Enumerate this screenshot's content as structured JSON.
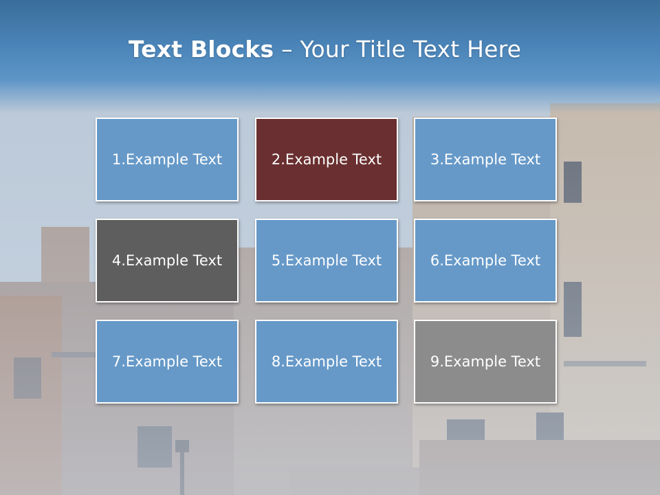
{
  "title": {
    "bold": "Text Blocks",
    "rest": " – Your Title Text Here"
  },
  "blocks": [
    {
      "label": "1.Example Text",
      "color": "#6699c8"
    },
    {
      "label": "2.Example Text",
      "color": "#6a2f30"
    },
    {
      "label": "3.Example Text",
      "color": "#6699c8"
    },
    {
      "label": "4.Example Text",
      "color": "#5e5e5e"
    },
    {
      "label": "5.Example Text",
      "color": "#6699c8"
    },
    {
      "label": "6.Example Text",
      "color": "#6699c8"
    },
    {
      "label": "7.Example Text",
      "color": "#6699c8"
    },
    {
      "label": "8.Example Text",
      "color": "#6699c8"
    },
    {
      "label": "9.Example Text",
      "color": "#8c8c8c"
    }
  ]
}
